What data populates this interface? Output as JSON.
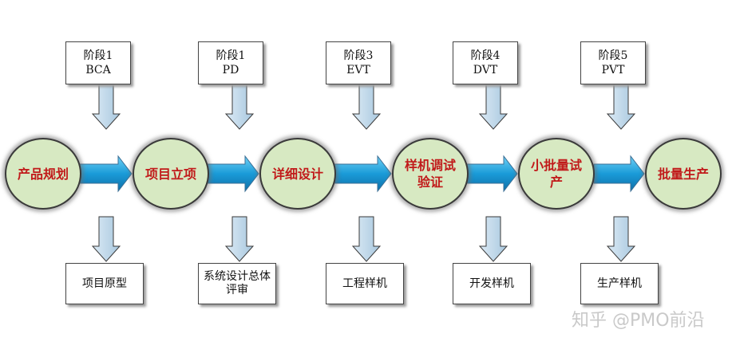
{
  "stages": [
    {
      "title": "阶段1",
      "code": "BCA"
    },
    {
      "title": "阶段1",
      "code": "PD"
    },
    {
      "title": "阶段3",
      "code": "EVT"
    },
    {
      "title": "阶段4",
      "code": "DVT"
    },
    {
      "title": "阶段5",
      "code": "PVT"
    }
  ],
  "nodes": [
    {
      "label": "产品规划"
    },
    {
      "label": "项目立项"
    },
    {
      "label": "详细设计"
    },
    {
      "label": "样机调试验证"
    },
    {
      "label": "小批量试产"
    },
    {
      "label": "批量生产"
    }
  ],
  "outputs": [
    {
      "label": "项目原型"
    },
    {
      "label": "系统设计总体评审"
    },
    {
      "label": "工程样机"
    },
    {
      "label": "开发样机"
    },
    {
      "label": "生产样机"
    }
  ],
  "watermark": "知乎 @PMO前沿",
  "colors": {
    "node_fill": "#d7e9c2",
    "node_text": "#c11a1a",
    "flow_arrow": "#1a9bd8",
    "down_arrow": "#b9d3e6"
  }
}
